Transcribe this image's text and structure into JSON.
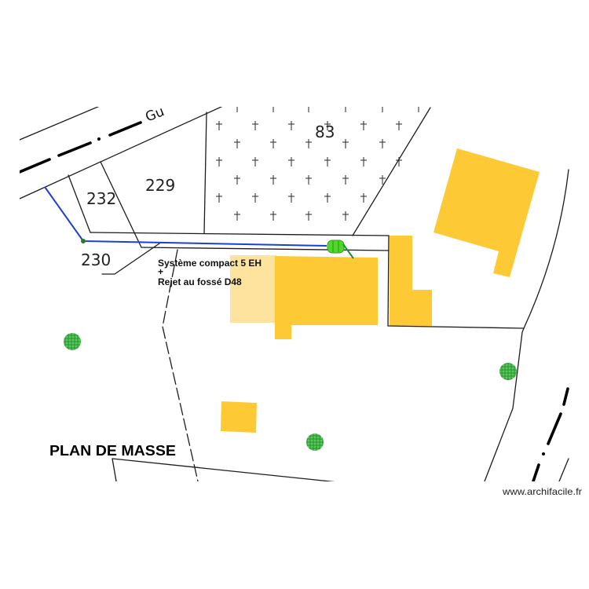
{
  "plan": {
    "title": "PLAN DE MASSE",
    "watermark": "www.archifacile.fr",
    "road_label": "Gu"
  },
  "parcels": {
    "p232": "232",
    "p229": "229",
    "p230": "230",
    "p83": "83"
  },
  "annotation": {
    "line1": "Système compact 5 EH",
    "line2": "+",
    "line3": "Rejet au fossé D48"
  },
  "icons": {
    "septic": "septic-tank-icon",
    "tree": "tree-icon",
    "cross": "cross-hatch-icon",
    "junction": "pipe-junction-icon"
  },
  "colors": {
    "building": "#FDC935",
    "building_light": "#FEE39E",
    "pipe": "#1E3FD0",
    "septic_fill": "#4FD82A",
    "septic_stroke": "#2E9E1A",
    "outlet": "#1F8F2F",
    "tree": "#3DB043",
    "junction": "#2A7A2A"
  }
}
